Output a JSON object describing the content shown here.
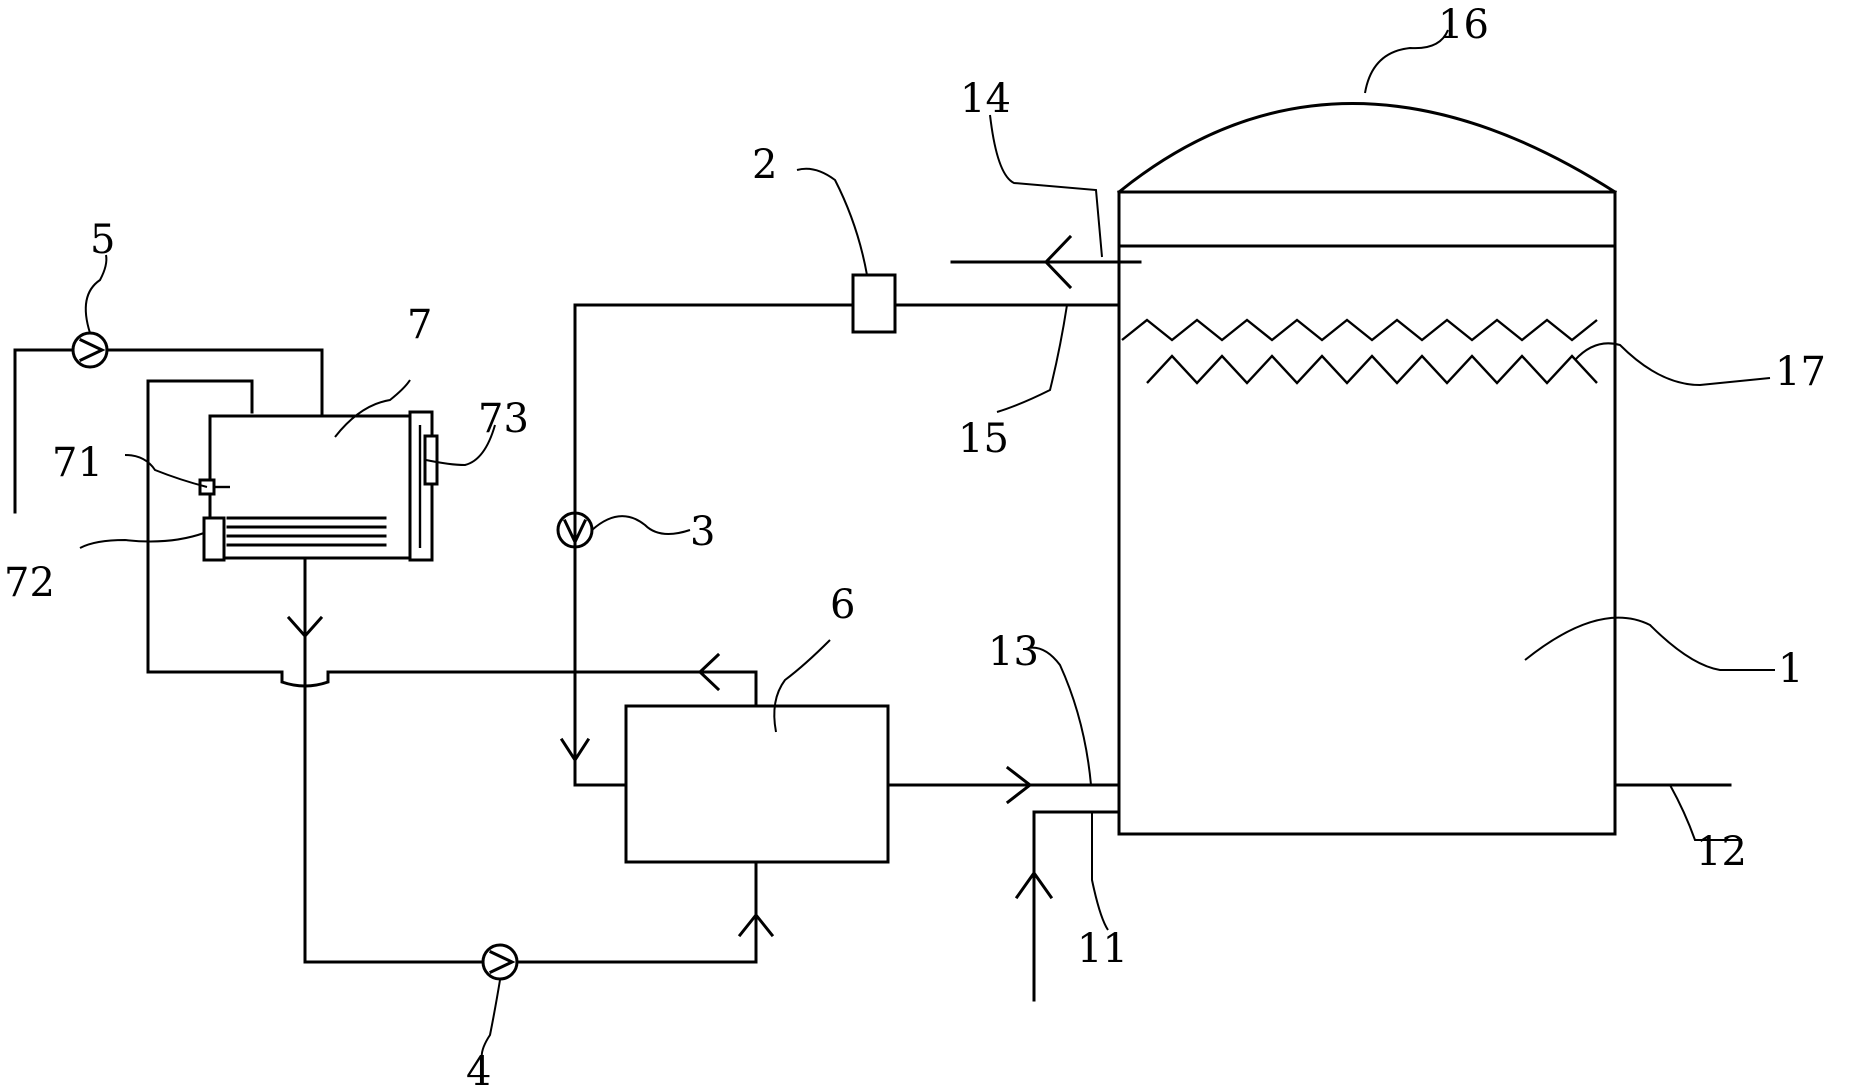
{
  "labels": {
    "l1": "1",
    "l2": "2",
    "l3": "3",
    "l4": "4",
    "l5": "5",
    "l6": "6",
    "l7": "7",
    "l11": "11",
    "l12": "12",
    "l13": "13",
    "l14": "14",
    "l15": "15",
    "l16": "16",
    "l17": "17",
    "l71": "71",
    "l72": "72",
    "l73": "73"
  }
}
